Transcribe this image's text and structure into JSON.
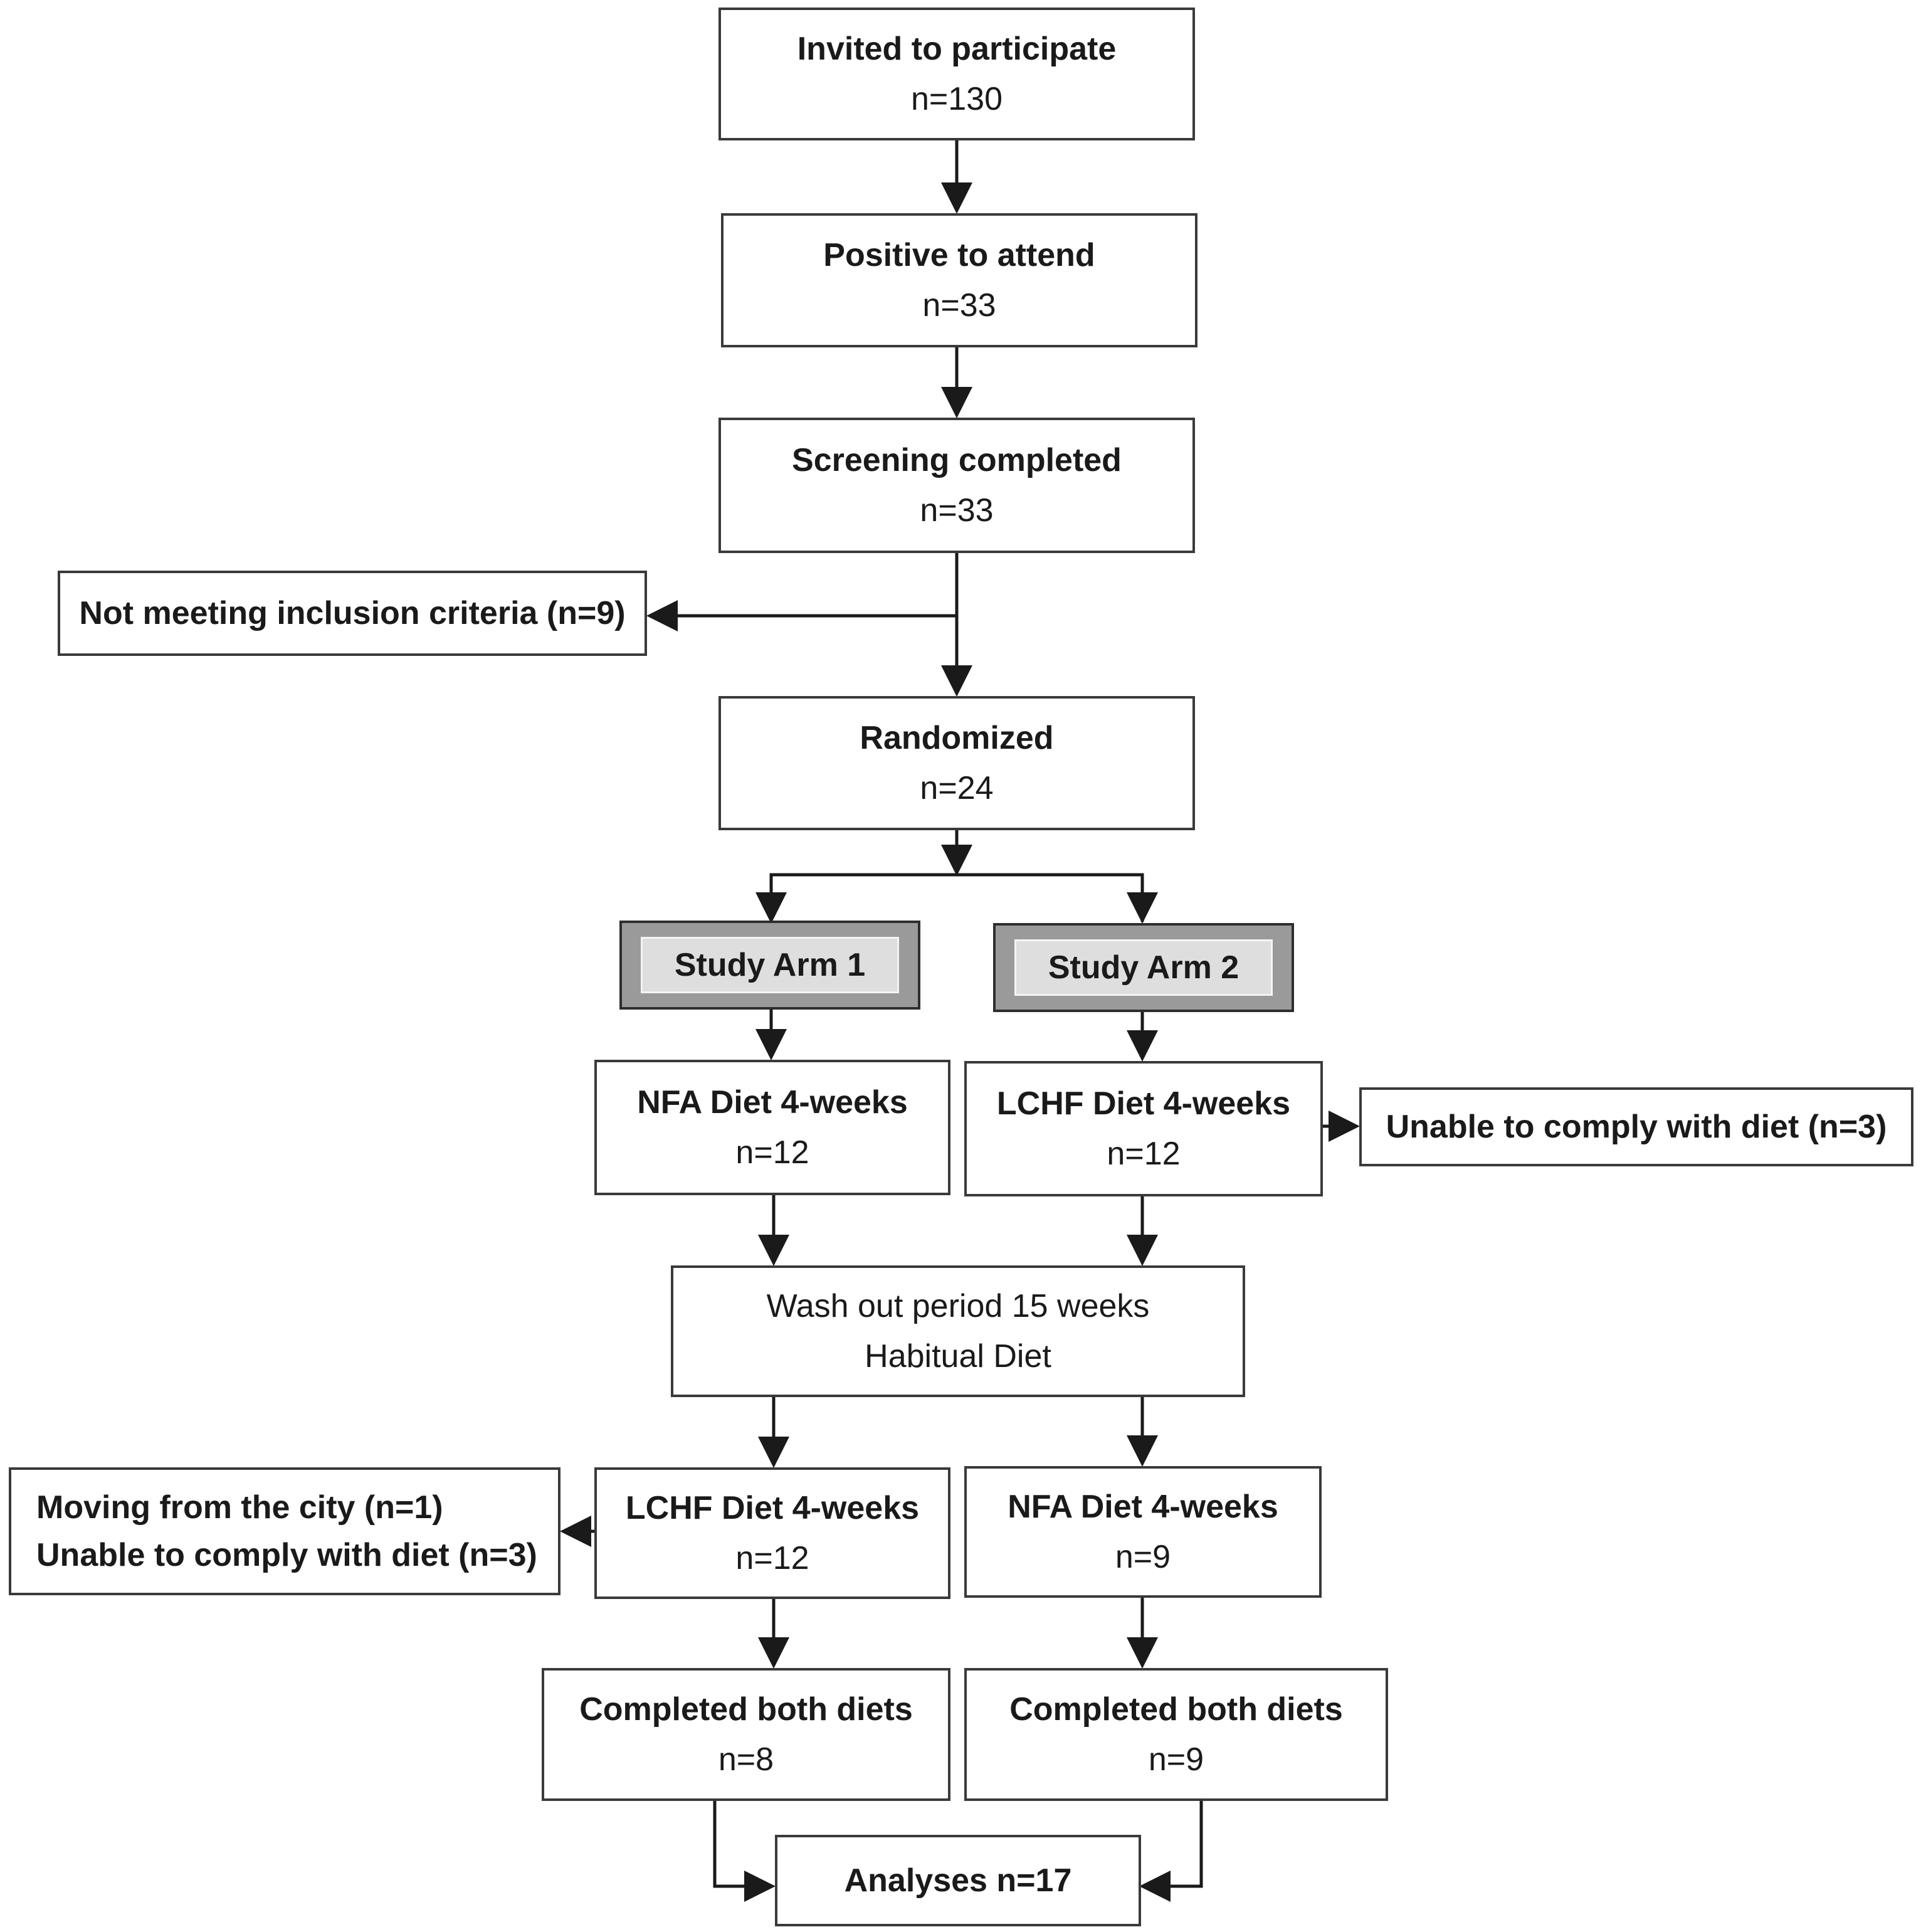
{
  "flowchart": {
    "invited": {
      "title": "Invited to participate",
      "count": "n=130"
    },
    "positive": {
      "title": "Positive to attend",
      "count": "n=33"
    },
    "screening": {
      "title": "Screening completed",
      "count": "n=33"
    },
    "excluded": {
      "text": "Not meeting inclusion criteria (n=9)"
    },
    "randomized": {
      "title": "Randomized",
      "count": "n=24"
    },
    "arm1": {
      "label": "Study Arm 1"
    },
    "arm2": {
      "label": "Study Arm 2"
    },
    "arm1_period1": {
      "title": "NFA Diet 4-weeks",
      "count": "n=12"
    },
    "arm2_period1": {
      "title": "LCHF Diet 4-weeks",
      "count": "n=12"
    },
    "arm2_period1_dropout": {
      "text": "Unable to comply with diet (n=3)"
    },
    "washout": {
      "line1": "Wash out period 15 weeks",
      "line2": "Habitual Diet"
    },
    "arm1_period2": {
      "title": "LCHF Diet 4-weeks",
      "count": "n=12"
    },
    "arm1_period2_dropout": {
      "line1": "Moving from the city (n=1)",
      "line2": "Unable to comply with diet (n=3)"
    },
    "arm2_period2": {
      "title": "NFA Diet 4-weeks",
      "count": "n=9"
    },
    "arm1_completed": {
      "title": "Completed both diets",
      "count": "n=8"
    },
    "arm2_completed": {
      "title": "Completed both diets",
      "count": "n=9"
    },
    "analyses": {
      "text": "Analyses n=17"
    }
  }
}
